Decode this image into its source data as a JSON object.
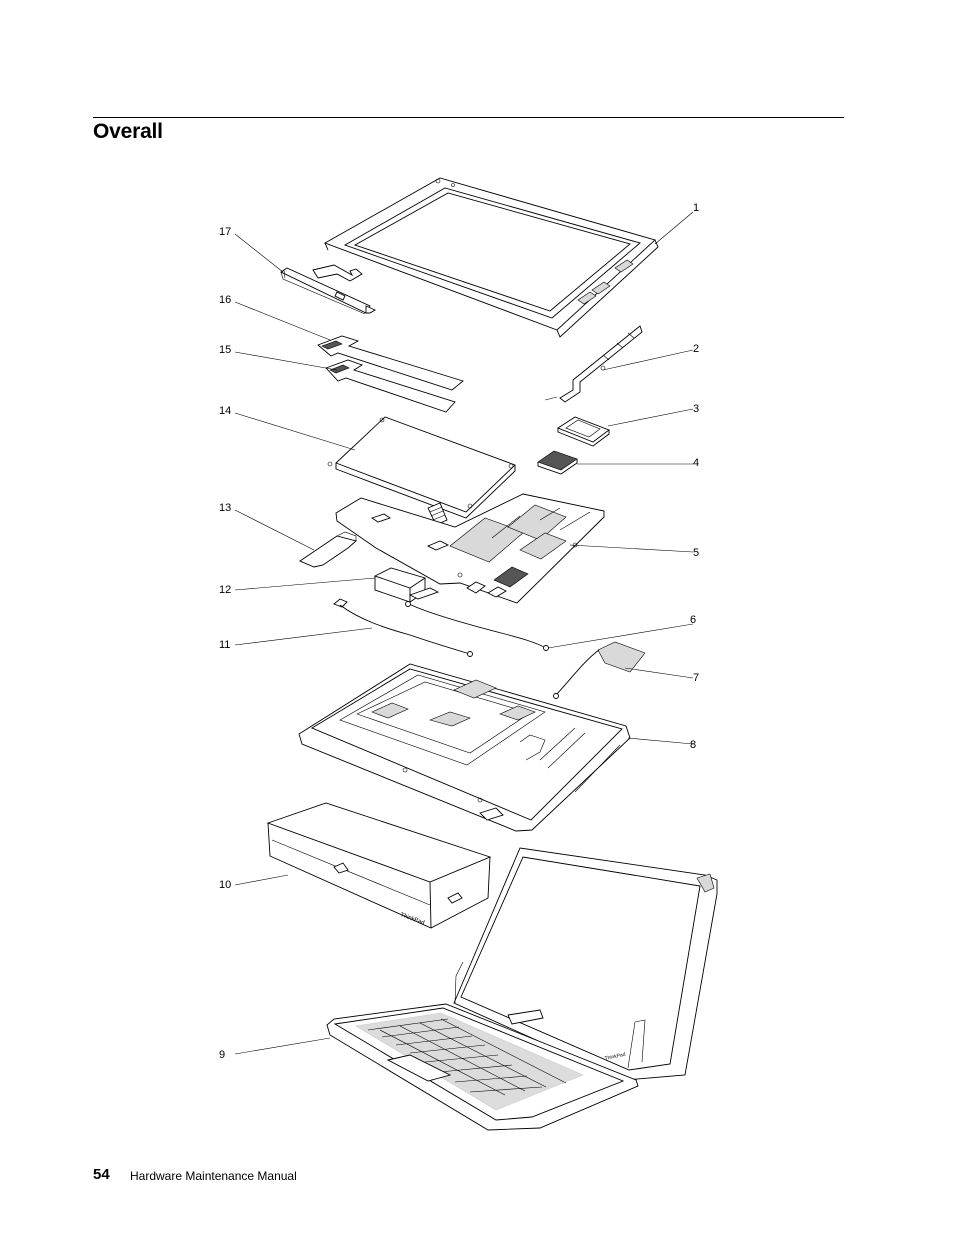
{
  "page": {
    "section_title": "Overall",
    "page_number": "54",
    "footer_title": "Hardware Maintenance Manual"
  },
  "callouts": [
    "1",
    "2",
    "3",
    "4",
    "5",
    "6",
    "7",
    "8",
    "9",
    "10",
    "11",
    "12",
    "13",
    "14",
    "15",
    "16",
    "17"
  ]
}
